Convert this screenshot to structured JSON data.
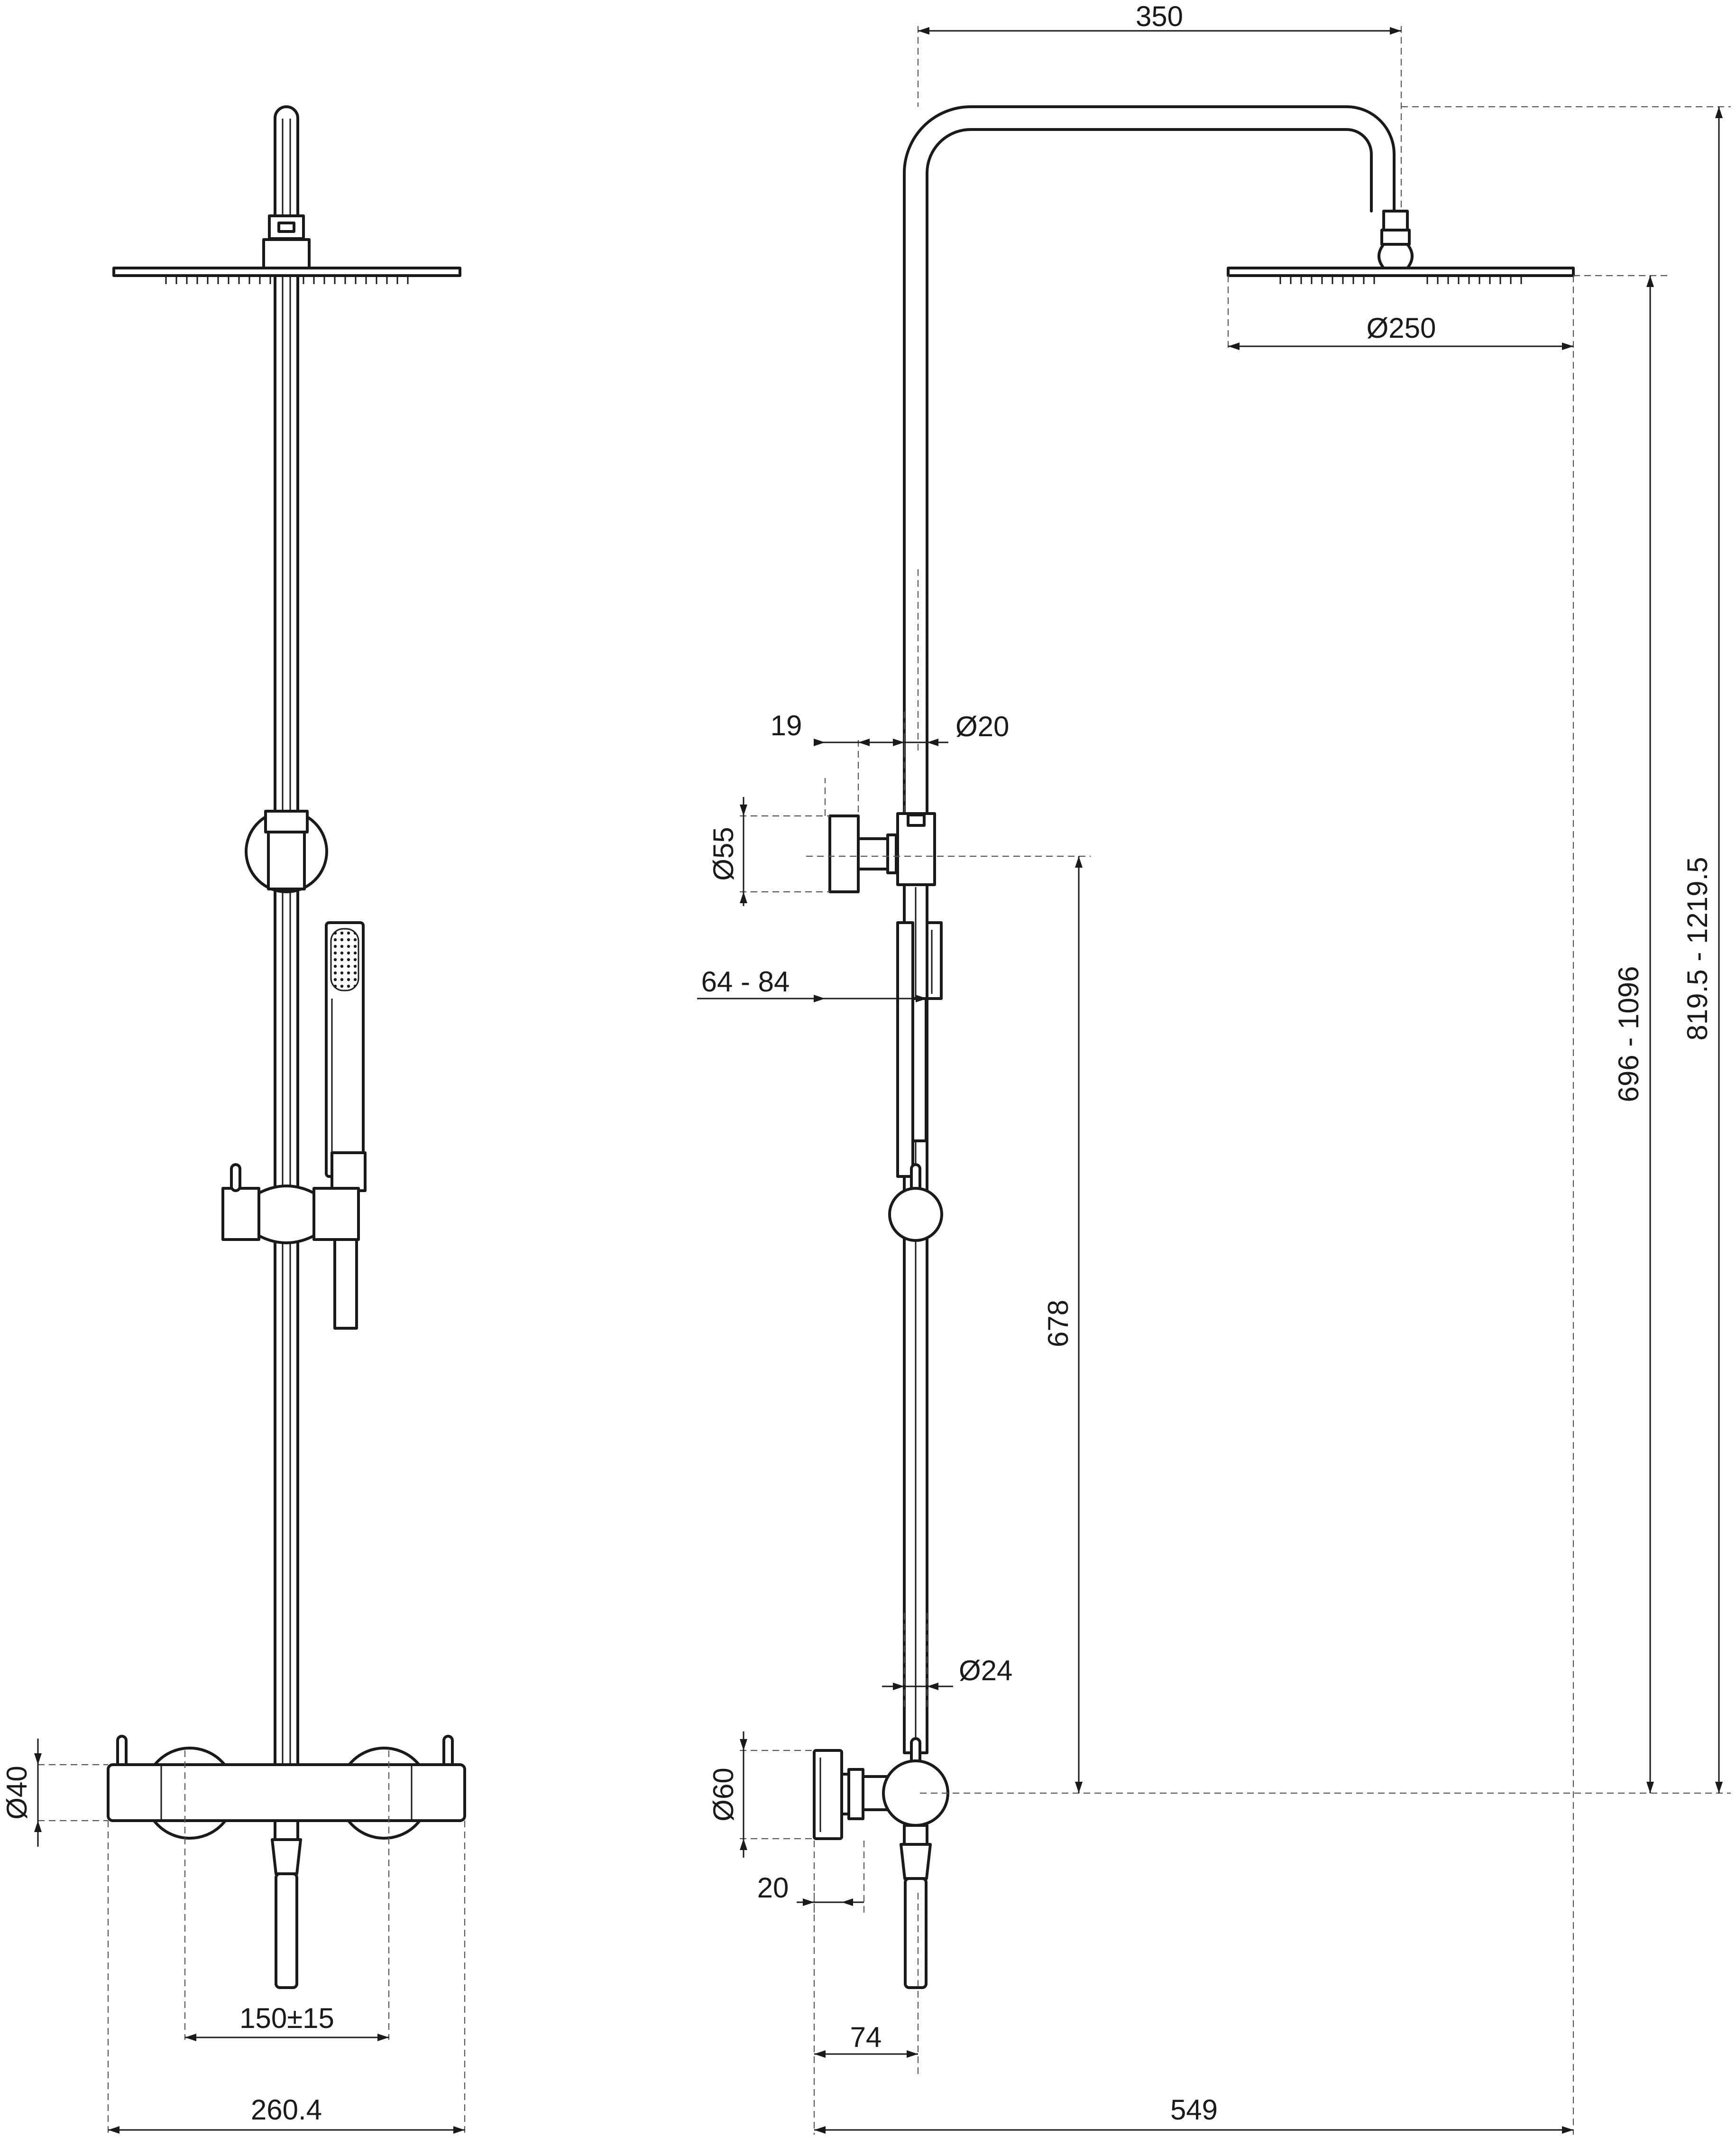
{
  "dimensions": {
    "arm_length": "350",
    "head_diameter": "Ø250",
    "total_height": "819.5 - 1219.5",
    "rail_height": "696 - 1096",
    "slider_height": "678",
    "bracket_offset": "19",
    "pipe_diameter": "Ø20",
    "bracket_diameter": "Ø55",
    "wall_distance": "64 - 84",
    "lower_pipe_diameter": "Ø24",
    "mixer_diameter": "Ø40",
    "flange_diameter": "Ø60",
    "flange_depth": "20",
    "centers": "150±15",
    "mixer_width": "260.4",
    "outlet_offset": "74",
    "total_depth": "549"
  },
  "colors": {
    "line": "#1a1a1a",
    "background": "#ffffff"
  }
}
